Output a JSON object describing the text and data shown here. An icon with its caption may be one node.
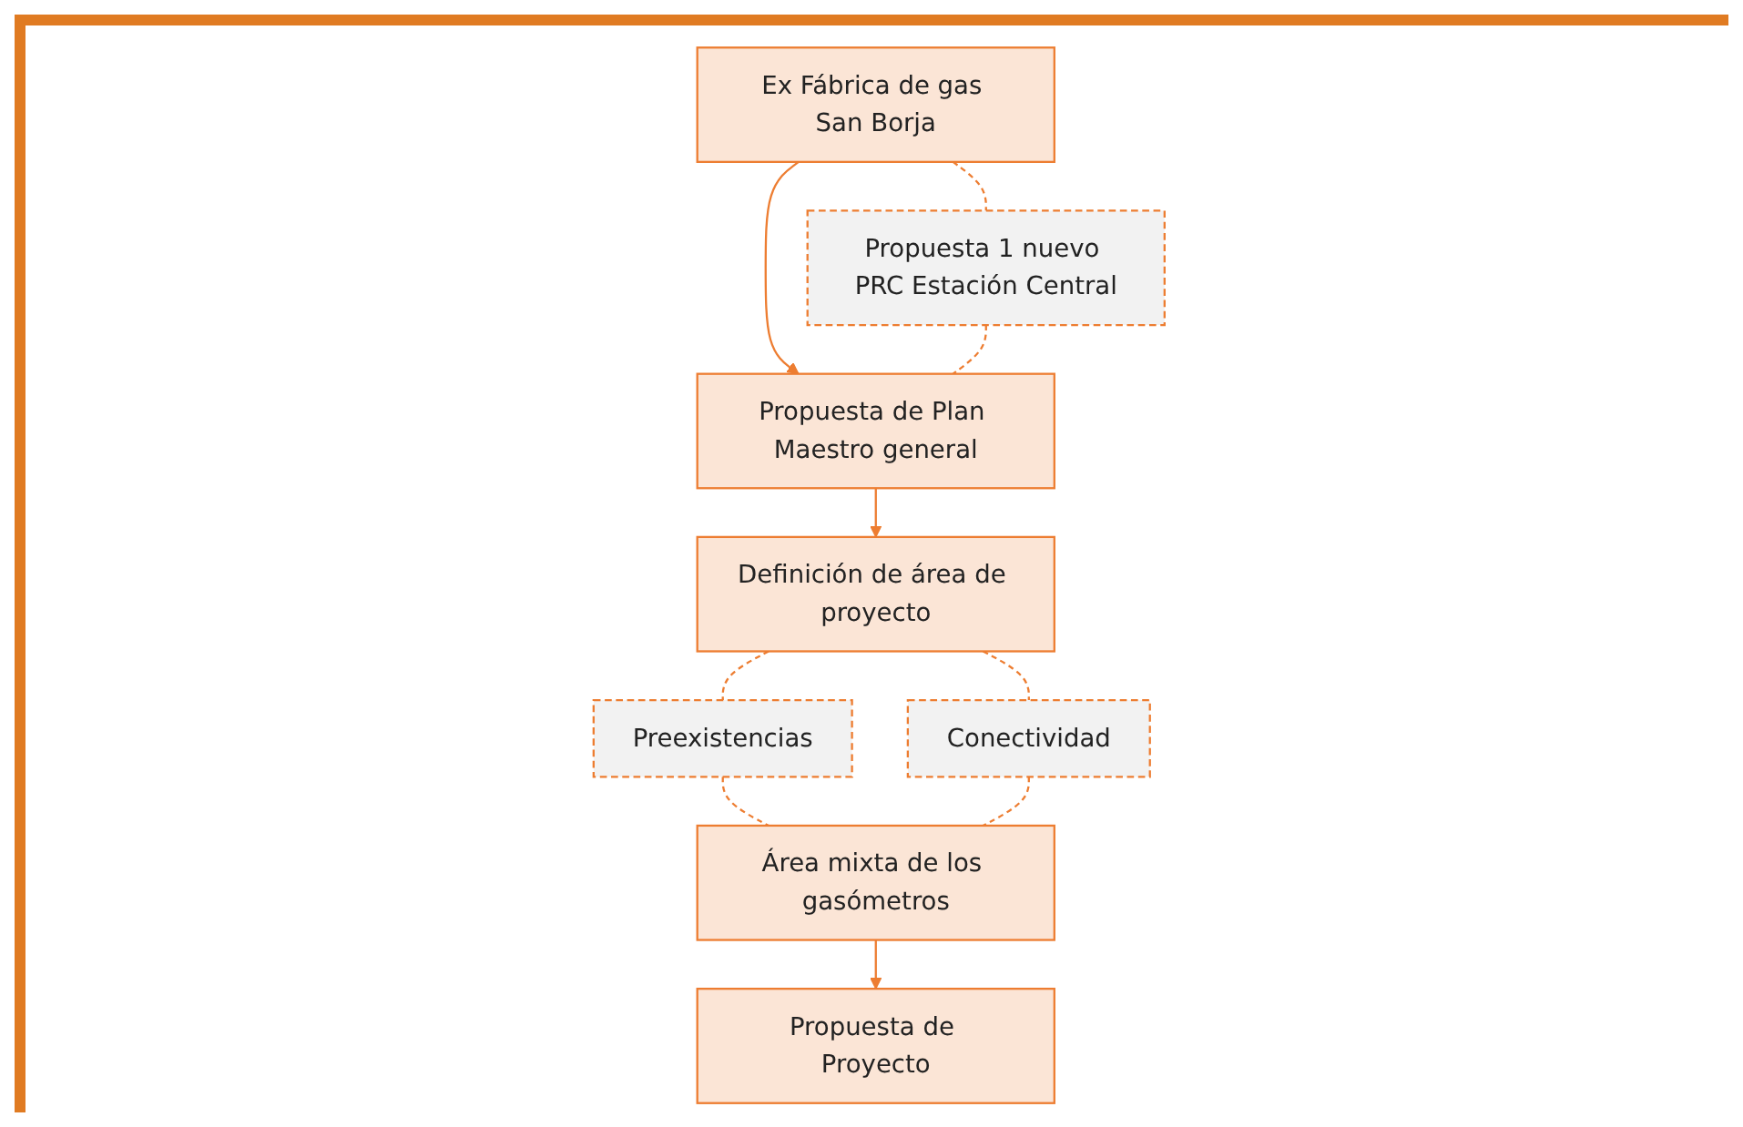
{
  "diagram": {
    "nodes": [
      {
        "text": [
          "Ex Fábrica de gas San Borja"
        ]
      },
      {
        "text": [
          "Propuesta 1 nuevo PRC Estación Central"
        ]
      },
      {
        "text": [
          "Propuesta de Plan Maestro general"
        ]
      },
      {
        "text": [
          "Definición de área de proyecto"
        ]
      },
      {
        "text": [
          "Preexistencias"
        ]
      },
      {
        "text": [
          "Conectividad"
        ]
      },
      {
        "text": [
          "Área mixta de los gasómetros"
        ]
      },
      {
        "text": [
          "Propuesta de Proyecto"
        ]
      }
    ],
    "edges": [
      {
        "from": 0,
        "to": 2,
        "arrow": "to"
      },
      {
        "from": 0,
        "to": 1,
        "arrow": "none",
        "style": "dashed"
      },
      {
        "from": 1,
        "to": 2,
        "arrow": "none",
        "style": "dashed"
      },
      {
        "from": 2,
        "to": 3,
        "arrow": "to"
      },
      {
        "from": 3,
        "to": 4,
        "arrow": "none",
        "style": "dashed"
      },
      {
        "from": 3,
        "to": 5,
        "arrow": "none",
        "style": "dashed"
      },
      {
        "from": 4,
        "to": 6,
        "arrow": "none",
        "style": "dashed"
      },
      {
        "from": 5,
        "to": 6,
        "arrow": "none",
        "style": "dashed"
      },
      {
        "from": 6,
        "to": 7,
        "arrow": "to"
      }
    ]
  }
}
